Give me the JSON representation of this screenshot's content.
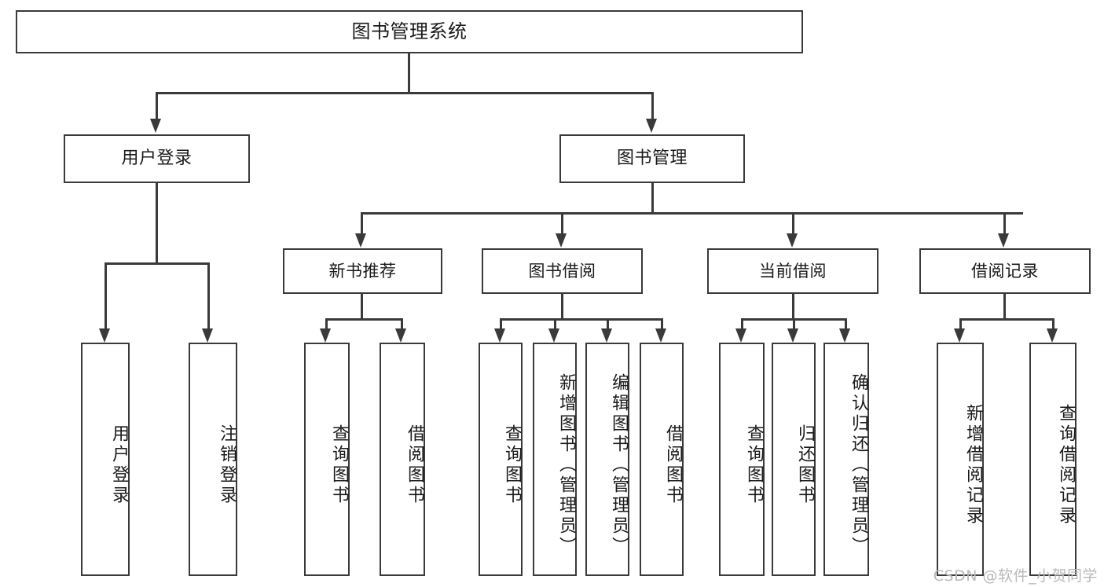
{
  "diagram": {
    "type": "tree-hierarchy",
    "title": "图书管理系统",
    "watermark": "CSDN @软件_小贺同学",
    "colors": {
      "stroke": "#3a3a3a",
      "background": "#ffffff",
      "text": "#1a1a1a",
      "watermark": "#b9b9b9"
    },
    "root": {
      "label": "图书管理系统"
    },
    "level2": [
      {
        "id": "user-login",
        "label": "用户登录"
      },
      {
        "id": "book-management",
        "label": "图书管理"
      }
    ],
    "level3": [
      {
        "id": "new-book-recommend",
        "label": "新书推荐",
        "parent": "book-management"
      },
      {
        "id": "book-borrow",
        "label": "图书借阅",
        "parent": "book-management"
      },
      {
        "id": "current-borrow",
        "label": "当前借阅",
        "parent": "book-management"
      },
      {
        "id": "borrow-record",
        "label": "借阅记录",
        "parent": "book-management"
      }
    ],
    "leaves": {
      "user_login": [
        {
          "id": "leaf-user-login",
          "label": "用户登录"
        },
        {
          "id": "leaf-logout-login",
          "label": "注销登录"
        }
      ],
      "new_book_recommend": [
        {
          "id": "leaf-query-book-1",
          "label": "查询图书"
        },
        {
          "id": "leaf-borrow-book-1",
          "label": "借阅图书"
        }
      ],
      "book_borrow": [
        {
          "id": "leaf-query-book-2",
          "label": "查询图书"
        },
        {
          "id": "leaf-add-book",
          "label": "新增图书（管理员）"
        },
        {
          "id": "leaf-edit-book",
          "label": "编辑图书（管理员）"
        },
        {
          "id": "leaf-borrow-book-2",
          "label": "借阅图书"
        }
      ],
      "current_borrow": [
        {
          "id": "leaf-query-book-3",
          "label": "查询图书"
        },
        {
          "id": "leaf-return-book",
          "label": "归还图书"
        },
        {
          "id": "leaf-confirm-return",
          "label": "确认归还（管理员）"
        }
      ],
      "borrow_record": [
        {
          "id": "leaf-add-record",
          "label": "新增借阅记录"
        },
        {
          "id": "leaf-query-record",
          "label": "查询借阅记录"
        }
      ]
    }
  }
}
